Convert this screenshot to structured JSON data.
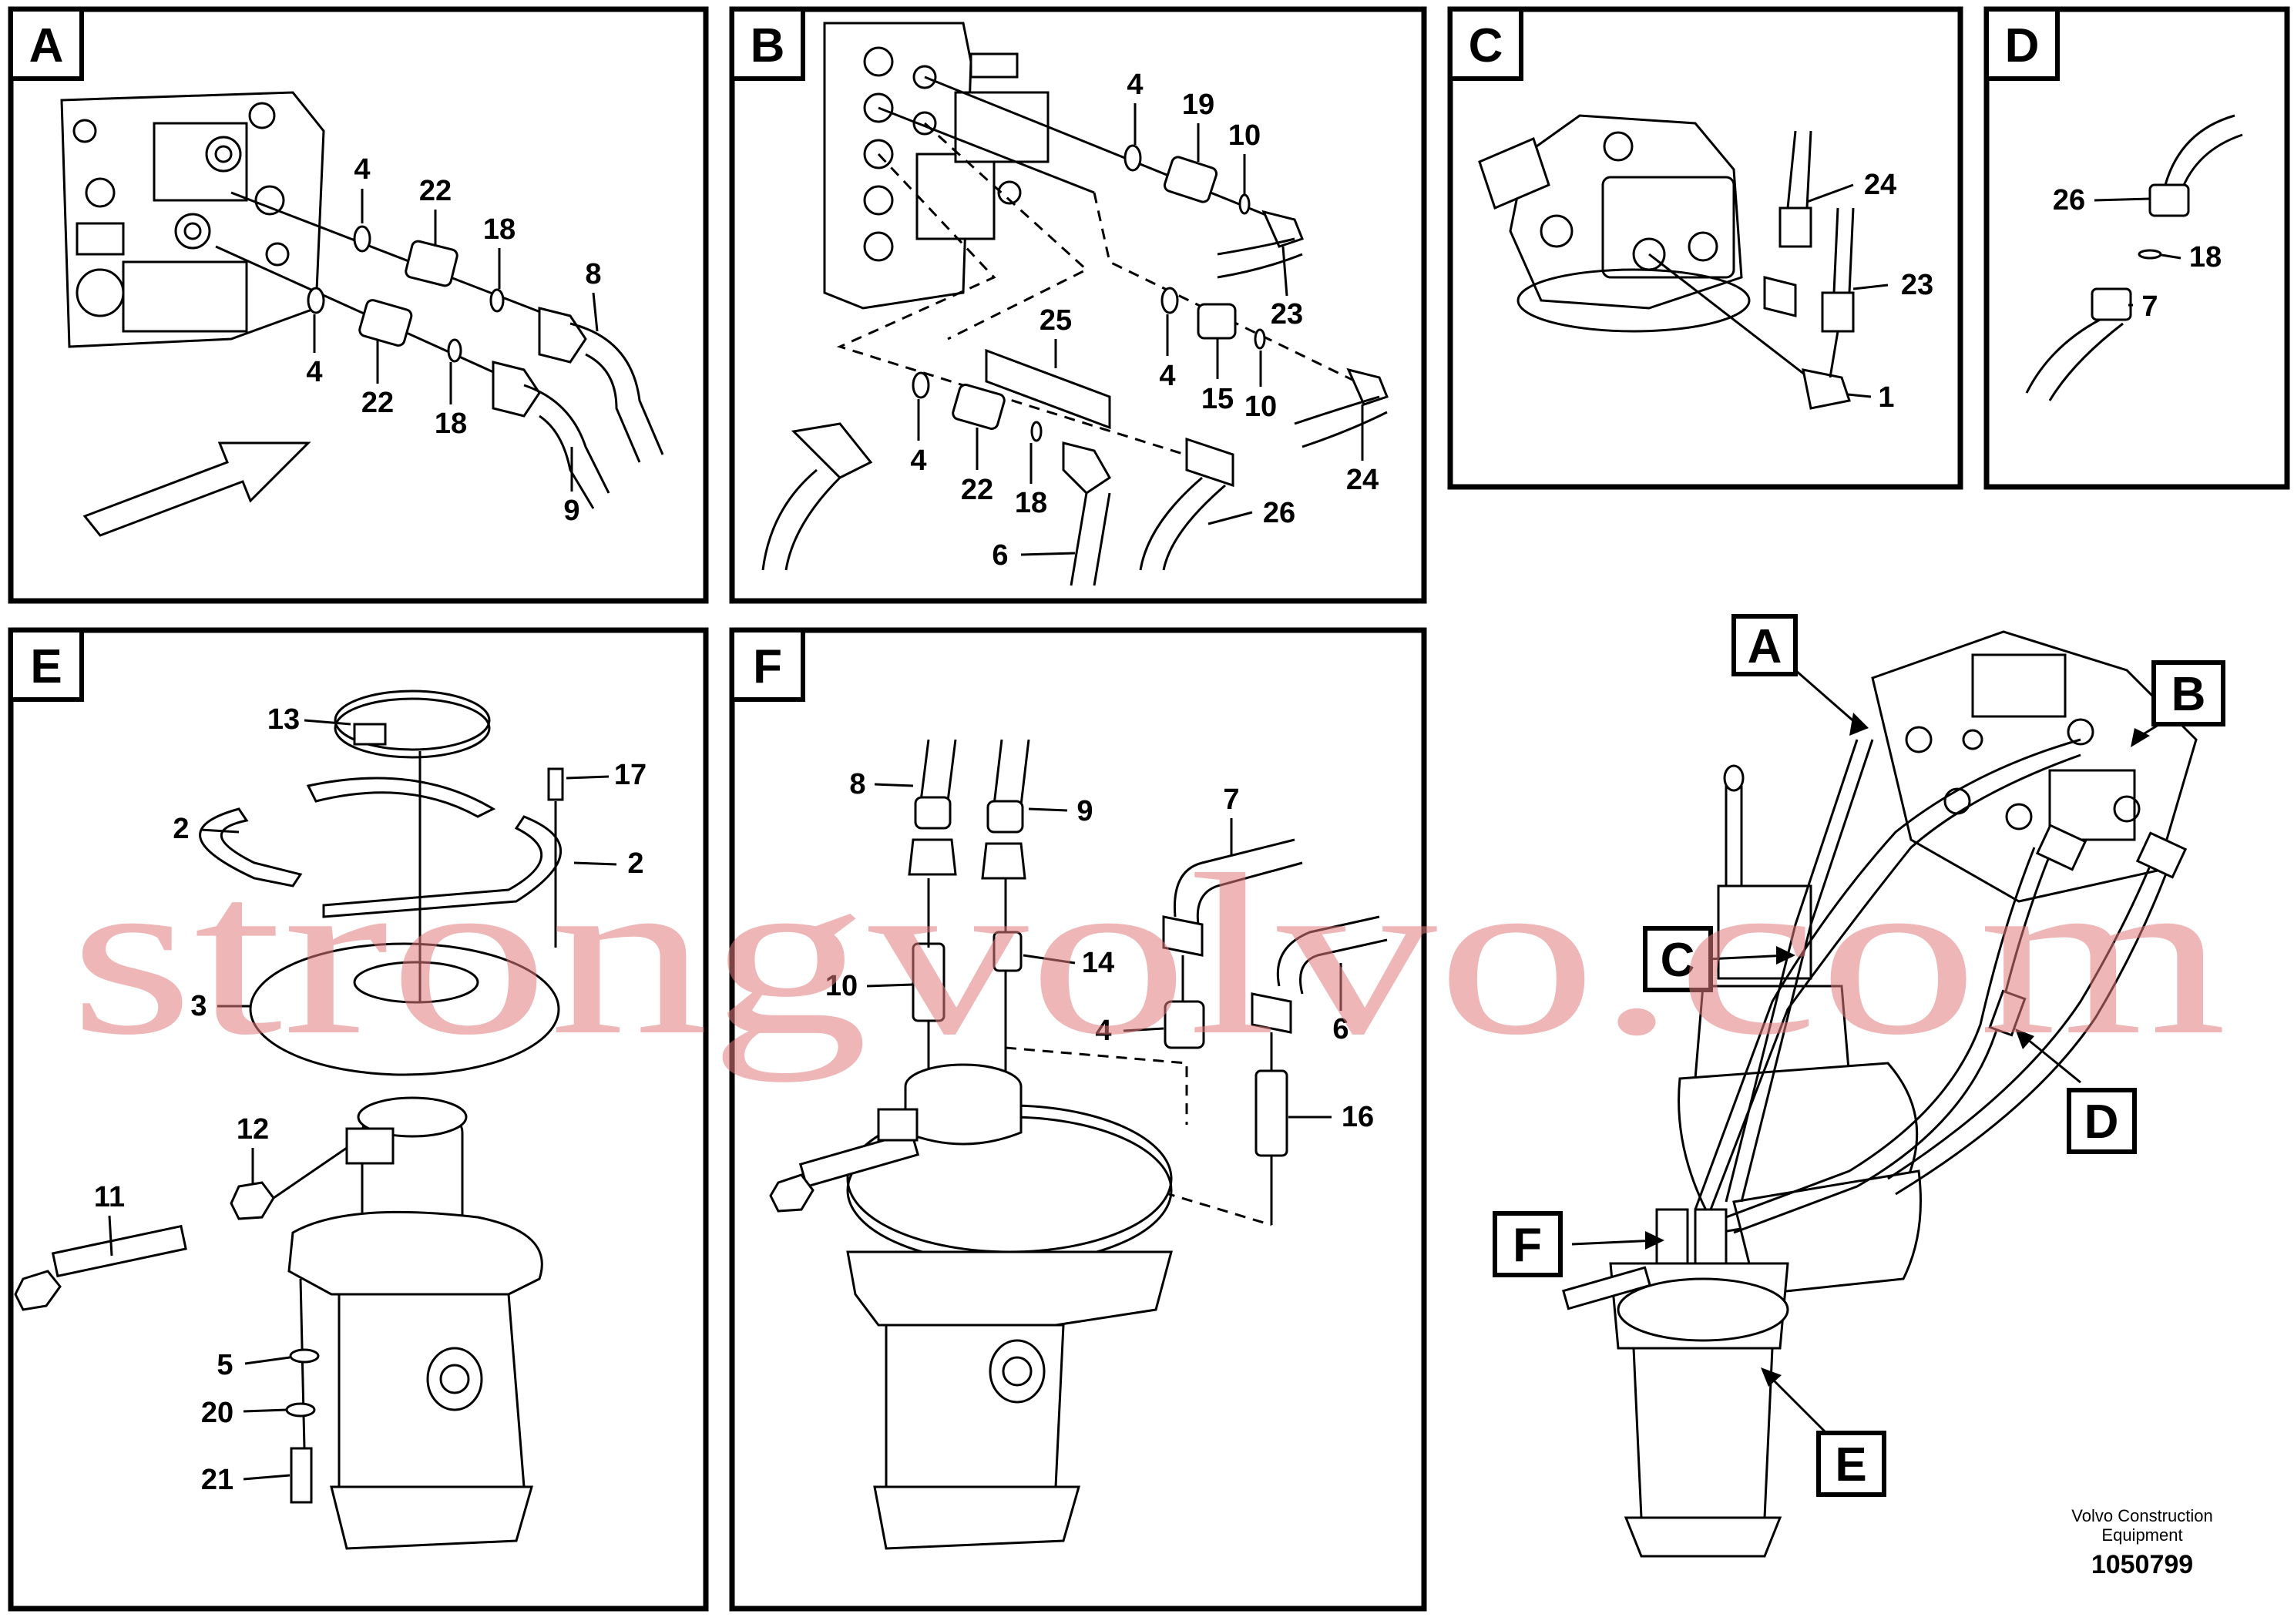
{
  "panels": {
    "A": {
      "label": "A",
      "callouts": [
        "4",
        "22",
        "18",
        "8",
        "4",
        "22",
        "18",
        "9"
      ]
    },
    "B": {
      "label": "B",
      "callouts": [
        "4",
        "19",
        "10",
        "23",
        "25",
        "4",
        "15",
        "10",
        "24",
        "4",
        "22",
        "18",
        "6",
        "26"
      ]
    },
    "C": {
      "label": "C",
      "callouts": [
        "24",
        "23",
        "1"
      ]
    },
    "D": {
      "label": "D",
      "callouts": [
        "26",
        "18",
        "7"
      ]
    },
    "E": {
      "label": "E",
      "callouts": [
        "13",
        "17",
        "2",
        "2",
        "3",
        "12",
        "11",
        "5",
        "20",
        "21"
      ]
    },
    "F": {
      "label": "F",
      "callouts": [
        "8",
        "9",
        "7",
        "10",
        "14",
        "4",
        "6",
        "16"
      ]
    }
  },
  "overview_tags": [
    "A",
    "B",
    "C",
    "D",
    "F",
    "E"
  ],
  "watermark": "strongvolvo.com",
  "footer": {
    "brand_line1": "Volvo Construction",
    "brand_line2": "Equipment",
    "doc_number": "1050799"
  },
  "colors": {
    "line": "#000000",
    "background": "#ffffff",
    "watermark": "#e07a7a"
  }
}
